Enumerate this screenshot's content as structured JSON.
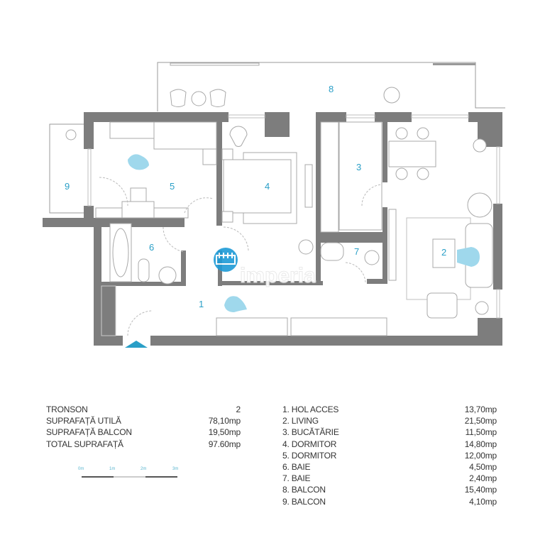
{
  "watermark": "imperia",
  "colors": {
    "accent": "#2a9fc7",
    "wall": "#7d7d7d"
  },
  "rooms": {
    "r1": "1",
    "r2": "2",
    "r3": "3",
    "r4": "4",
    "r5": "5",
    "r6": "6",
    "r7": "7",
    "r8": "8",
    "r9": "9"
  },
  "summary": [
    {
      "label": "TRONSON",
      "value": "2"
    },
    {
      "label": "SUPRAFAȚĂ UTILĂ",
      "value": "78,10mp"
    },
    {
      "label": "SUPRAFAȚĂ BALCON",
      "value": "19,50mp"
    },
    {
      "label": "TOTAL SUPRAFAȚĂ",
      "value": "97.60mp"
    }
  ],
  "room_areas": [
    {
      "label": "1. HOL ACCES",
      "value": "13,70mp"
    },
    {
      "label": "2. LIVING",
      "value": "21,50mp"
    },
    {
      "label": "3. BUCĂTĂRIE",
      "value": "11,50mp"
    },
    {
      "label": "4. DORMITOR",
      "value": "14,80mp"
    },
    {
      "label": "5. DORMITOR",
      "value": "12,00mp"
    },
    {
      "label": "6. BAIE",
      "value": "4,50mp"
    },
    {
      "label": "7. BAIE",
      "value": "2,40mp"
    },
    {
      "label": "8. BALCON",
      "value": "15,40mp"
    },
    {
      "label": "9. BALCON",
      "value": "4,10mp"
    }
  ],
  "scale_bar": [
    "0m",
    "1m",
    "2m",
    "3m"
  ]
}
